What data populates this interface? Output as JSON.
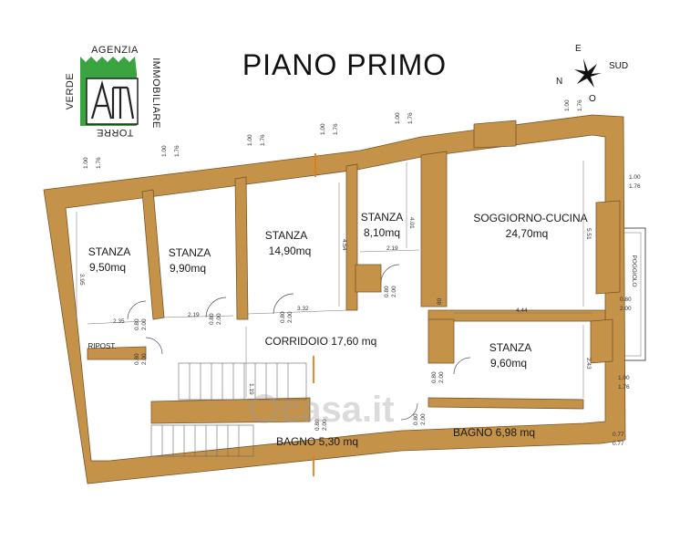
{
  "title": "PIANO  PRIMO",
  "logo": {
    "top_text": "AGENZIA",
    "left_text": "VERDE",
    "right_text": "IMMOBILIARE",
    "bottom_text": "TORRE",
    "brand_green": "#3aa540"
  },
  "compass": {
    "north": "N",
    "east": "E",
    "south": "SUD",
    "west": "O"
  },
  "colors": {
    "wall": "#c5924a",
    "wall_edge": "#7a5424",
    "door_accent": "#e07b1c",
    "line": "#555555"
  },
  "rooms": [
    {
      "name": "STANZA",
      "area": "9,50mq"
    },
    {
      "name": "STANZA",
      "area": "9,90mq"
    },
    {
      "name": "STANZA",
      "area": "14,90mq"
    },
    {
      "name": "STANZA",
      "area": "8,10mq"
    },
    {
      "name": "SOGGIORNO-CUCINA",
      "area": "24,70mq"
    },
    {
      "name": "STANZA",
      "area": "9,60mq"
    },
    {
      "name": "CORRIDOIO 17,60 mq",
      "area": ""
    },
    {
      "name": "BAGNO 5,30 mq",
      "area": ""
    },
    {
      "name": "BAGNO 6,98 mq",
      "area": ""
    },
    {
      "name": "RIPOST.",
      "area": ""
    }
  ],
  "dimensions": [
    "1.00",
    "1.76",
    "1.00",
    "1.76",
    "1.00",
    "1.76",
    "1.00",
    "1.76",
    "1.00",
    "1.76",
    "1.00",
    "1.76",
    "3.95",
    "4.54",
    "4.01",
    "5.51",
    "2.35",
    "2.19",
    "3.32",
    "2.19",
    "4.44",
    "2.43",
    "1.19",
    "0.80",
    "2.00",
    "0.80",
    "2.00",
    "0.80",
    "2.00",
    "0.80",
    "2.00",
    "0.80",
    "2.00",
    "0.80",
    "2.00",
    "0.80",
    "2.00",
    "0.80",
    "2.00",
    "1.00",
    "1.76",
    "1.00",
    "1.76",
    "0.77",
    "0.77",
    "0.80",
    "2.00",
    "80"
  ],
  "balcony_label": "POGGIOLO",
  "watermark": "casa.it"
}
